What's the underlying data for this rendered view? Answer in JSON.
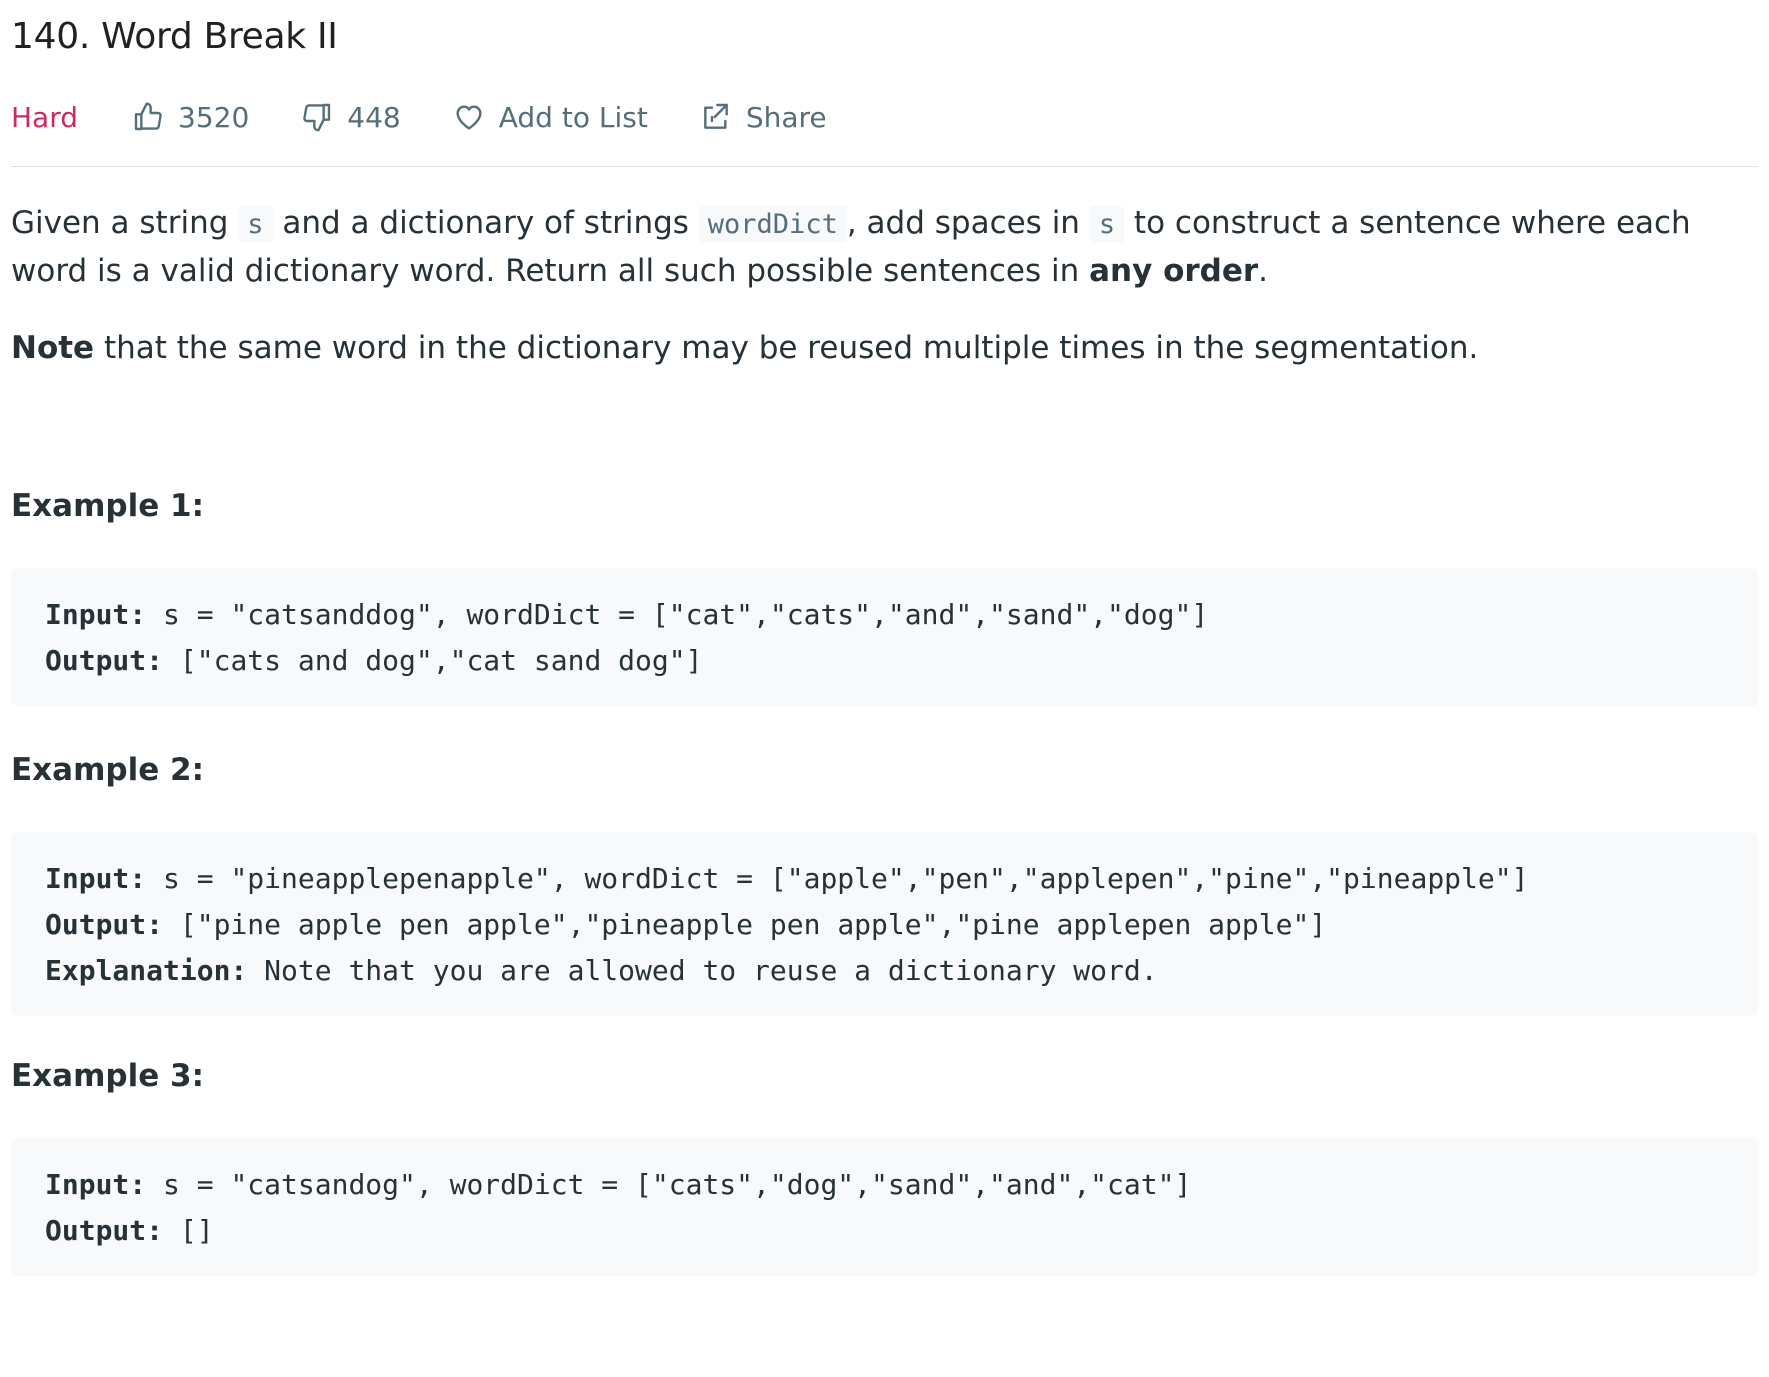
{
  "problem": {
    "title": "140. Word Break II",
    "difficulty": "Hard",
    "likes": "3520",
    "dislikes": "448",
    "add_to_list_label": "Add to List",
    "share_label": "Share"
  },
  "description": {
    "p1": {
      "t1": "Given a string ",
      "c1": "s",
      "t2": " and a dictionary of strings ",
      "c2": "wordDict",
      "t3": ", add spaces in ",
      "c3": "s",
      "t4": " to construct a sentence where each word is a valid dictionary word. Return all such possible sentences in ",
      "b1": "any order",
      "t5": "."
    },
    "p2": {
      "b1": "Note",
      "t1": " that the same word in the dictionary may be reused multiple times in the segmentation."
    }
  },
  "examples": [
    {
      "heading": "Example 1:",
      "input_label": "Input:",
      "input": " s = \"catsanddog\", wordDict = [\"cat\",\"cats\",\"and\",\"sand\",\"dog\"]",
      "output_label": "Output:",
      "output": " [\"cats and dog\",\"cat sand dog\"]"
    },
    {
      "heading": "Example 2:",
      "input_label": "Input:",
      "input": " s = \"pineapplepenapple\", wordDict = [\"apple\",\"pen\",\"applepen\",\"pine\",\"pineapple\"]",
      "output_label": "Output:",
      "output": " [\"pine apple pen apple\",\"pineapple pen apple\",\"pine applepen apple\"]",
      "explanation_label": "Explanation:",
      "explanation": " Note that you are allowed to reuse a dictionary word."
    },
    {
      "heading": "Example 3:",
      "input_label": "Input:",
      "input": " s = \"catsandog\", wordDict = [\"cats\",\"dog\",\"sand\",\"and\",\"cat\"]",
      "output_label": "Output:",
      "output": " []"
    }
  ],
  "icons": {
    "like": "thumbs-up-icon",
    "dislike": "thumbs-down-icon",
    "add_to_list": "heart-icon",
    "share": "share-icon"
  },
  "colors": {
    "difficulty_hard": "#cc2b5e",
    "meta_text": "#546e7a",
    "code_background": "#f7f9fa",
    "text": "#263238"
  }
}
